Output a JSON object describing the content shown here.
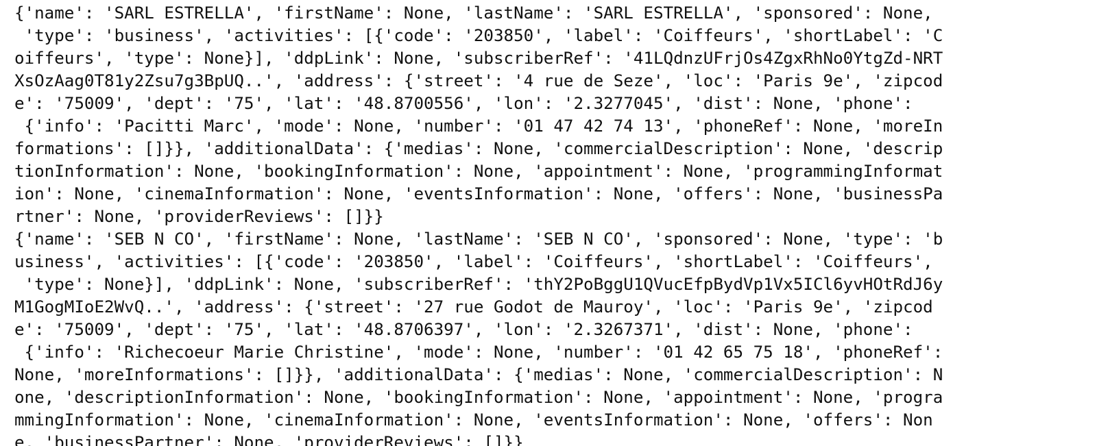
{
  "console": {
    "lines": [
      "{'name': 'SARL ESTRELLA', 'firstName': None, 'lastName': 'SARL ESTRELLA', 'sponsored': None,",
      " 'type': 'business', 'activities': [{'code': '203850', 'label': 'Coiffeurs', 'shortLabel': 'C",
      "oiffeurs', 'type': None}], 'ddpLink': None, 'subscriberRef': '41LQdnzUFrjOs4ZgxRhNo0YtgZd-NRT",
      "XsOzAag0T81y2Zsu7g3BpUQ..', 'address': {'street': '4 rue de Seze', 'loc': 'Paris 9e', 'zipcod",
      "e': '75009', 'dept': '75', 'lat': '48.8700556', 'lon': '2.3277045', 'dist': None, 'phone':",
      " {'info': 'Pacitti Marc', 'mode': None, 'number': '01 47 42 74 13', 'phoneRef': None, 'moreIn",
      "formations': []}}, 'additionalData': {'medias': None, 'commercialDescription': None, 'descrip",
      "tionInformation': None, 'bookingInformation': None, 'appointment': None, 'programmingInformat",
      "ion': None, 'cinemaInformation': None, 'eventsInformation': None, 'offers': None, 'businessPa",
      "rtner': None, 'providerReviews': []}}",
      "{'name': 'SEB N CO', 'firstName': None, 'lastName': 'SEB N CO', 'sponsored': None, 'type': 'b",
      "usiness', 'activities': [{'code': '203850', 'label': 'Coiffeurs', 'shortLabel': 'Coiffeurs',",
      " 'type': None}], 'ddpLink': None, 'subscriberRef': 'thY2PoBggU1QVucEfpBydVp1Vx5ICl6yvHOtRdJ6y",
      "M1GogMIoE2WvQ..', 'address': {'street': '27 rue Godot de Mauroy', 'loc': 'Paris 9e', 'zipcod",
      "e': '75009', 'dept': '75', 'lat': '48.8706397', 'lon': '2.3267371', 'dist': None, 'phone':",
      " {'info': 'Richecoeur Marie Christine', 'mode': None, 'number': '01 42 65 75 18', 'phoneRef':",
      "None, 'moreInformations': []}}, 'additionalData': {'medias': None, 'commercialDescription': N",
      "one, 'descriptionInformation': None, 'bookingInformation': None, 'appointment': None, 'progra",
      "mmingInformation': None, 'cinemaInformation': None, 'eventsInformation': None, 'offers': Non",
      "e, 'businessPartner': None, 'providerReviews': []}}"
    ]
  }
}
